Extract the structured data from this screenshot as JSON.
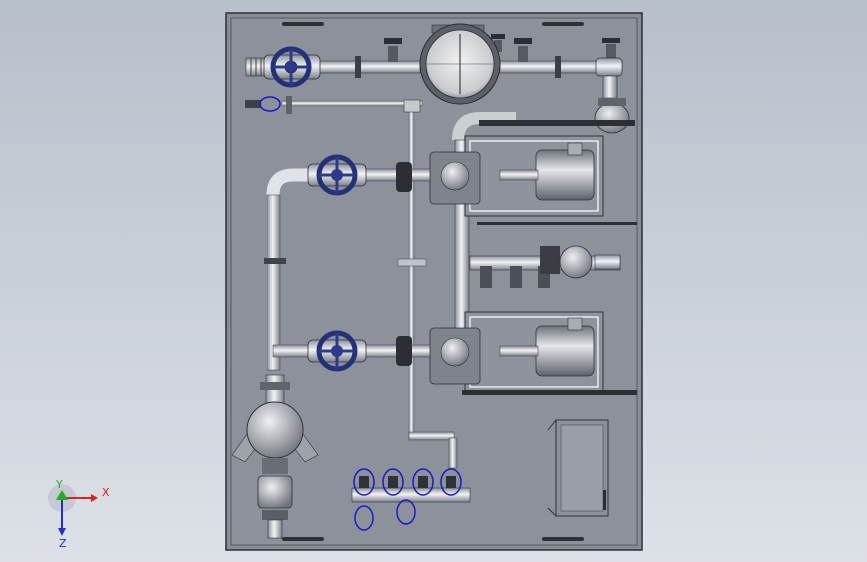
{
  "view": {
    "background_top": "#b7bfcb",
    "background_bottom": "#dde1e7",
    "panel_color": "#8a8f98",
    "pipe_color": "#d6d9de",
    "handwheel_color": "#2c3a8e",
    "highlight_color": "#1a1ac8"
  },
  "triad": {
    "x_label": "X",
    "y_label": "Y",
    "z_label": "Z",
    "x_color": "#e02020",
    "y_color": "#20b020",
    "z_color": "#2030d0"
  }
}
